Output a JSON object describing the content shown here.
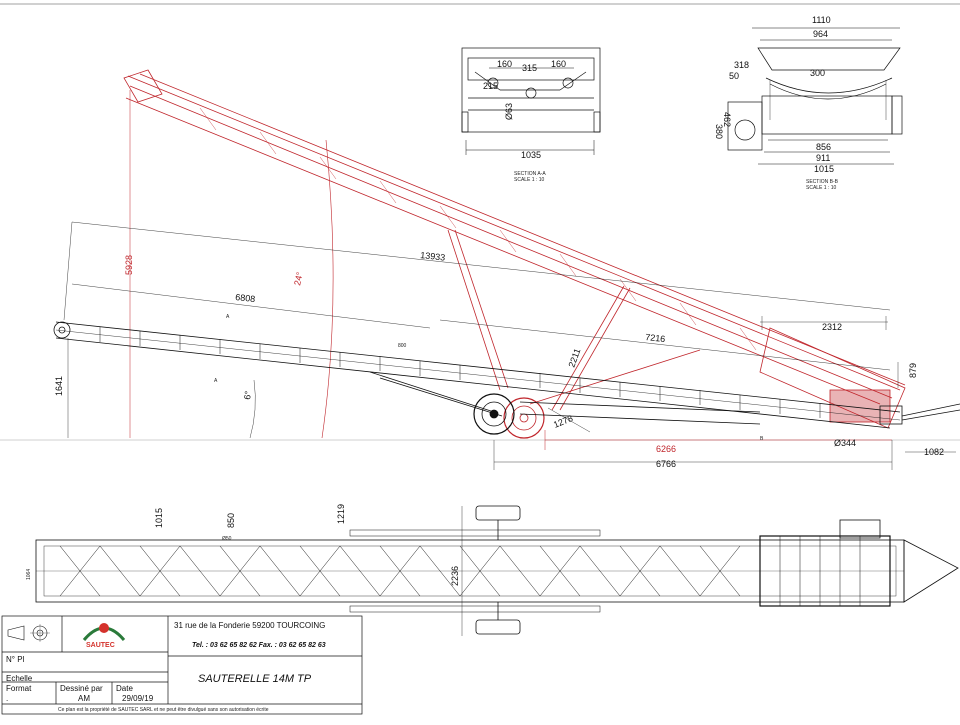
{
  "drawing": {
    "dimensions": {
      "total_length": "13933",
      "front_length": "6808",
      "rear_length": "7216",
      "height_raised": "5928",
      "angle_raised": "24°",
      "angle_low": "6°",
      "height_low": "1641",
      "support_length": "2211",
      "hopper_length": "2312",
      "hopper_height": "879",
      "wheel_offset": "1278",
      "base_red": "6266",
      "base_black": "6766",
      "hitch": "1082",
      "shaft_dia": "Ø344",
      "span": "800",
      "section_mark": "A",
      "rear_mark": "B",
      "plan_width_1": "1015",
      "plan_width_2": "850",
      "plan_width_3": "1219",
      "plan_track": "2236",
      "plan_side": "1064",
      "plan_small": "Ø50"
    },
    "section_a": {
      "dims": [
        "160",
        "315",
        "160",
        "215",
        "Ø63"
      ],
      "width": "1035",
      "caption_1": "SECTION A-A",
      "caption_2": "SCALE 1 : 10"
    },
    "section_b": {
      "top_1": "1110",
      "top_2": "964",
      "left_1": "318",
      "left_2": "50",
      "angle": "300",
      "side_1": "380",
      "side_2": "462",
      "bottom_1": "856",
      "bottom_2": "911",
      "bottom_3": "1015",
      "caption_1": "SECTION B-B",
      "caption_2": "SCALE 1 : 10"
    }
  },
  "title_block": {
    "logo_text": "SAUTEC",
    "address": "31 rue de la Fonderie  59200  TOURCOING",
    "phone": "Tel. : 03 62 65 82 62   Fax. : 03 62 65 82 63",
    "no_pl_label": "N° Pl",
    "echelle_label": "Echelle",
    "format_label": "Format",
    "format_value": ".",
    "dessine_label": "Dessiné par",
    "dessine_value": "AM",
    "date_label": "Date",
    "date_value": "29/09/19",
    "title": "SAUTERELLE 14M  TP",
    "footer": "Ce plan est la propriété de SAUTEC SARL et ne peut être divulgué sans son autorisation écrite"
  },
  "colors": {
    "ink": "#111111",
    "red": "#c0262c",
    "logo_green": "#2a7a3a",
    "logo_red": "#d4322c"
  }
}
